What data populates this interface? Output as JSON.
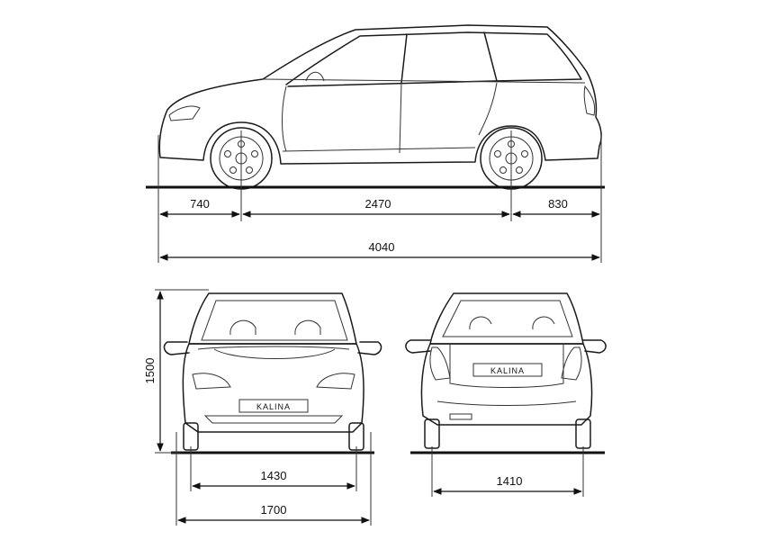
{
  "side_view": {
    "front_overhang": "740",
    "wheelbase": "2470",
    "rear_overhang": "830",
    "overall_length": "4040"
  },
  "front_view": {
    "height": "1500",
    "front_track": "1430",
    "overall_width": "1700",
    "plate_text": "KALINA"
  },
  "rear_view": {
    "rear_track": "1410",
    "plate_text": "KALINA"
  }
}
